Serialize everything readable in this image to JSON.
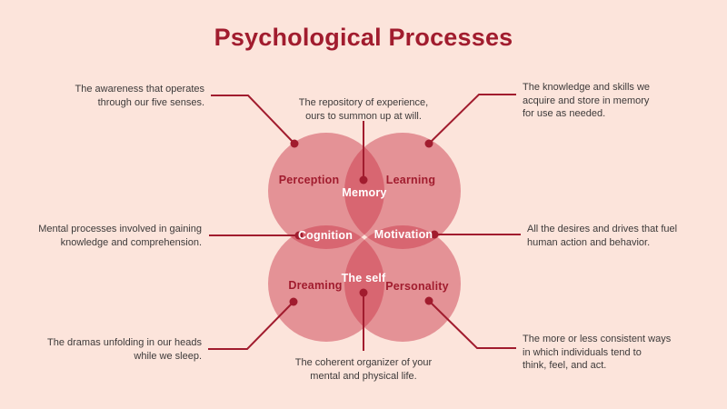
{
  "title": "Psychological Processes",
  "colors": {
    "background": "#FCE4DB",
    "accent": "#A11C2E",
    "circle_fill": "#C93648",
    "label_light": "#FFFFFF",
    "annotation_text": "#3D3A3A"
  },
  "diagram": {
    "labels": [
      {
        "id": "perception",
        "text": "Perception"
      },
      {
        "id": "learning",
        "text": "Learning"
      },
      {
        "id": "memory",
        "text": "Memory"
      },
      {
        "id": "cognition",
        "text": "Cognition"
      },
      {
        "id": "motivation",
        "text": "Motivation"
      },
      {
        "id": "dreaming",
        "text": "Dreaming"
      },
      {
        "id": "the-self",
        "text": "The self"
      },
      {
        "id": "personality",
        "text": "Personality"
      }
    ],
    "annotations": [
      {
        "id": "perception",
        "text": "The awareness that operates\nthrough our five senses."
      },
      {
        "id": "memory",
        "text": "The repository of experience,\nours to summon up at will."
      },
      {
        "id": "learning",
        "text": "The knowledge and skills we\nacquire and store in memory\nfor use as needed."
      },
      {
        "id": "cognition",
        "text": "Mental processes involved in gaining\nknowledge and comprehension."
      },
      {
        "id": "motivation",
        "text": "All the desires and drives that fuel\nhuman action and behavior."
      },
      {
        "id": "dreaming",
        "text": "The dramas unfolding in our heads\nwhile we sleep."
      },
      {
        "id": "the-self",
        "text": "The coherent organizer of your\nmental and physical life."
      },
      {
        "id": "personality",
        "text": "The more or less consistent ways\nin which individuals tend to\nthink, feel, and act."
      }
    ]
  }
}
